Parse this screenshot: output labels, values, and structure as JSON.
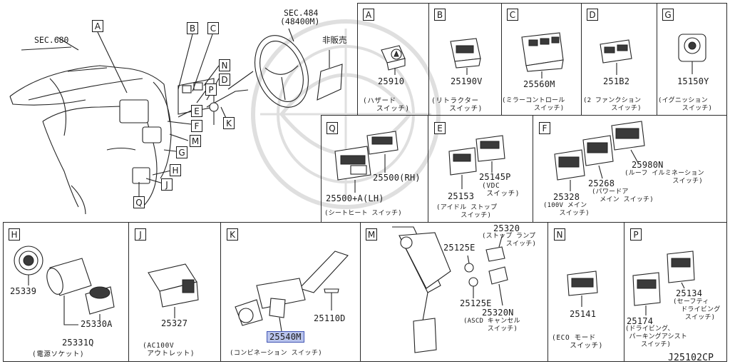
{
  "diagram_id": "J25102CP",
  "overview": {
    "sec_680": "SEC.680",
    "sec_484": "SEC.484",
    "sec_484_part": "(48400M)",
    "not_sold": "非販売",
    "callouts": [
      "A",
      "B",
      "C",
      "N",
      "D",
      "P",
      "E",
      "K",
      "F",
      "M",
      "G",
      "H",
      "J",
      "Q"
    ]
  },
  "panels": {
    "A": {
      "letter": "A",
      "part": "25910",
      "caption": "(ハザード\n   スイッチ)"
    },
    "B": {
      "letter": "B",
      "part": "25190V",
      "caption": "(リトラクター\n    スイッチ)"
    },
    "C": {
      "letter": "C",
      "part": "25560M",
      "caption": "(ミラーコントロール\n        スイッチ)"
    },
    "D": {
      "letter": "D",
      "part": "251B2",
      "caption": "(2 ファンクション\n       スイッチ)"
    },
    "G": {
      "letter": "G",
      "part": "15150Y",
      "caption": "(イグニッション\n      スイッチ)"
    },
    "Q": {
      "letter": "Q",
      "part_a": "25500+A(LH)",
      "part_b": "25500(RH)",
      "caption": "(シートヒート スイッチ)"
    },
    "E": {
      "letter": "E",
      "part_a": "25145P",
      "part_a_note": "(VDC\n スイッチ)",
      "part_b": "25153",
      "caption": "(アイドル ストップ\n      スイッチ)"
    },
    "F": {
      "letter": "F",
      "part_a": "25980N",
      "part_a_note": "(ルーフ イルミネーション\n            スイッチ)",
      "part_b": "25268",
      "part_b_note": "(パワードア\n  メイン スイッチ)",
      "part_c": "25328",
      "part_c_note": "(100V メイン\n    スイッチ)"
    },
    "H": {
      "letter": "H",
      "part_a": "25339",
      "part_b": "25330A",
      "part_c": "25331Q",
      "caption": "(電源ソケット)"
    },
    "J": {
      "letter": "J",
      "part": "25327",
      "caption": "(AC100V\n アウトレット)"
    },
    "K": {
      "letter": "K",
      "part_a": "25110D",
      "part_b": "25540M",
      "caption": "(コンビネーション スイッチ)"
    },
    "M": {
      "letter": "M",
      "part_a": "25320",
      "part_a_note": "(ストップ ランプ\n      スイッチ)",
      "part_b": "25125E",
      "part_c": "25125E",
      "part_d": "25320N",
      "part_d_note": "(ASCD キャンセル\n      スイッチ)"
    },
    "N": {
      "letter": "N",
      "part": "25141",
      "caption": "(ECO モード\n    スイッチ)"
    },
    "P": {
      "letter": "P",
      "part_a": "25134",
      "part_a_note": "(セーフティ\n  ドライビング\n   スイッチ)",
      "part_b": "25174",
      "part_b_note": "(ドライビング、\n パーキングアシスト\n    スイッチ)"
    }
  },
  "colors": {
    "highlight": "#b9c4ec",
    "highlight_border": "#4255b5",
    "line": "#222222"
  }
}
